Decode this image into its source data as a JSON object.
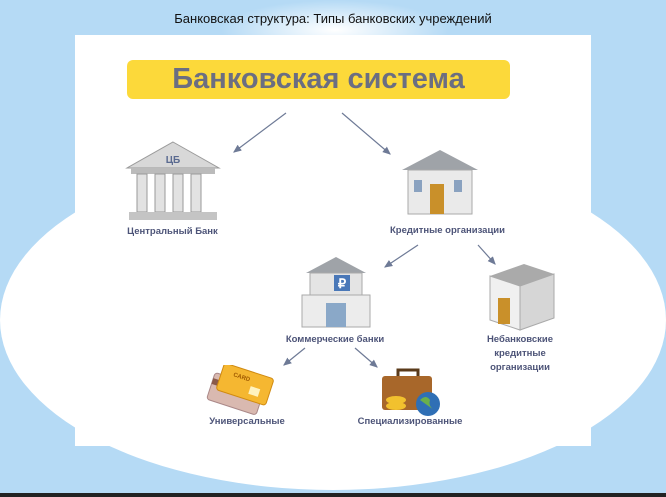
{
  "title": "Банковская структура: Типы банковских учреждений",
  "banner": "Банковская система",
  "nodes": {
    "central_bank": {
      "label": "Центральный Банк",
      "icon_text": "ЦБ"
    },
    "credit_orgs": {
      "label": "Кредитные организации"
    },
    "commercial_banks": {
      "label": "Коммерческие банки",
      "icon_text": "₽"
    },
    "nonbank": {
      "label": "Небанковские кредитные организации"
    },
    "universal": {
      "label": "Универсальные",
      "icon_text": "CARD"
    },
    "specialized": {
      "label": "Специализированные"
    }
  },
  "colors": {
    "banner": "#fcd93a",
    "background": "#b5daf5",
    "label": "#4d5478"
  }
}
